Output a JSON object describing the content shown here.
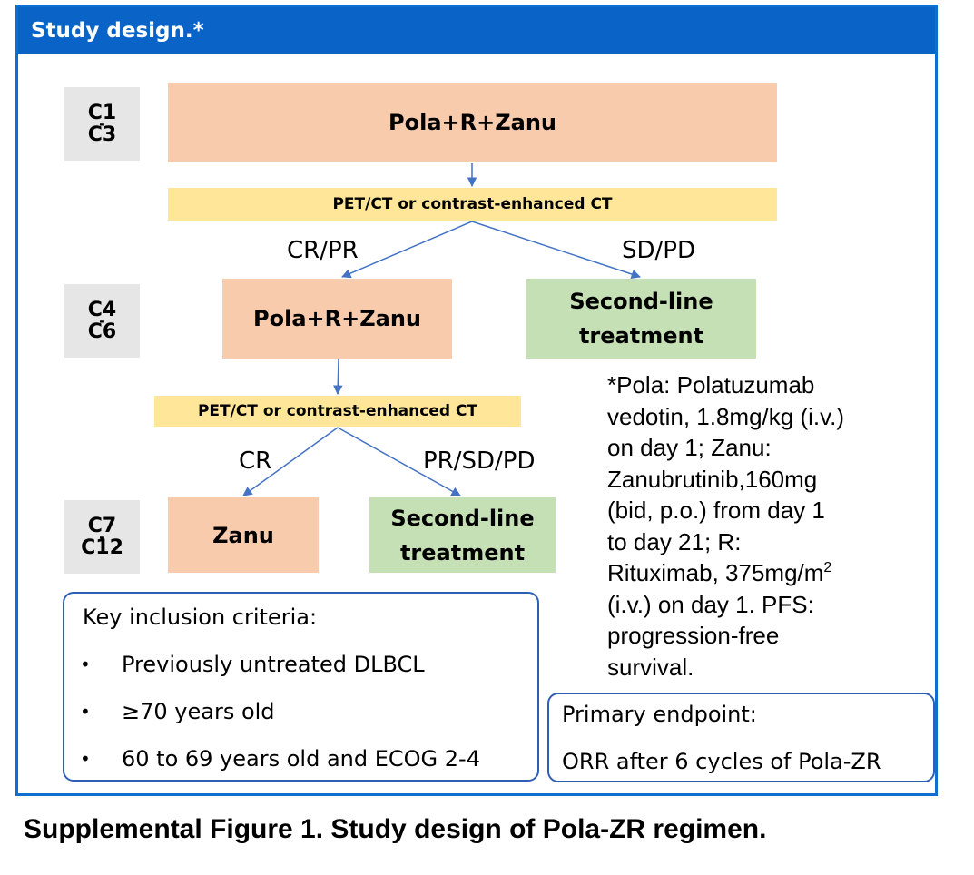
{
  "header": {
    "title": "Study design.*"
  },
  "cycles": [
    {
      "start": "C1",
      "dash": "-",
      "end": "C3"
    },
    {
      "start": "C4",
      "dash": "-",
      "end": "C6"
    },
    {
      "start": "C7",
      "dash": "-",
      "end": "C12"
    }
  ],
  "flow": {
    "regimen_1": "Pola+R+Zanu",
    "assessment_1": "PET/CT or contrast-enhanced CT",
    "branch_cr_pr": "CR/PR",
    "branch_sd_pd": "SD/PD",
    "regimen_2": "Pola+R+Zanu",
    "second_line_1": {
      "line1": "Second-line",
      "line2": "treatment"
    },
    "assessment_2": "PET/CT or contrast-enhanced CT",
    "branch_cr": "CR",
    "branch_pr_sd_pd": "PR/SD/PD",
    "regimen_3": "Zanu",
    "second_line_2": {
      "line1": "Second-line",
      "line2": "treatment"
    }
  },
  "footnote": {
    "lines": [
      "*Pola: Polatuzumab",
      "vedotin, 1.8mg/kg (i.v.)",
      "on day 1; Zanu:",
      "Zanubrutinib,160mg",
      "(bid, p.o.) from day 1",
      "to day 21; R:",
      "Rituximab, 375mg/m",
      "(i.v.) on day 1. PFS:",
      "progression-free",
      "survival."
    ],
    "superscript": "2"
  },
  "inclusion": {
    "title": "Key inclusion criteria:",
    "bullet": "•",
    "items": [
      "Previously untreated DLBCL",
      "≥70 years old",
      "60 to 69 years old and ECOG 2-4"
    ]
  },
  "endpoint": {
    "title": "Primary endpoint:",
    "text": "ORR after 6 cycles of Pola-ZR"
  },
  "caption": "Supplemental Figure 1. Study design of Pola-ZR regimen.",
  "colors": {
    "header_blue": "#0a64c8",
    "regimen_orange": "#f8cbad",
    "assessment_yellow": "#ffe699",
    "second_line_green": "#c5e0b4",
    "cycle_gray": "#e6e6e6",
    "arrow_blue": "#4472c4"
  }
}
